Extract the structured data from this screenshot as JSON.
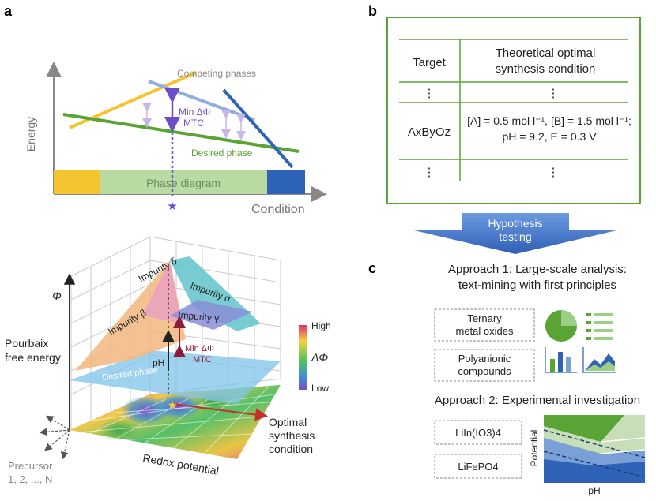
{
  "panels": {
    "a": "a",
    "b": "b",
    "c": "c"
  },
  "colors": {
    "yellow": "#f5c531",
    "green_line": "#5aa436",
    "blue_line": "#2f63b8",
    "light_blue_line": "#8faee0",
    "purple": "#6a4fc8",
    "lavender": "#c9b6e8",
    "green_box": "#b9dba2",
    "table_border": "#5aa436",
    "value_blue": "#3f86c8",
    "arrow_blue": "#3d72c9",
    "maroon": "#8c1d3a"
  },
  "panel_a": {
    "energy_label": "Energy",
    "condition_label": "Condition",
    "competing_label": "Competing phases",
    "desired_label": "Desired phase",
    "min_label": "Min ΔΦ",
    "mtc_label": "MTC",
    "phase_diagram_label": "Phase diagram",
    "star": "★"
  },
  "panel_a3d": {
    "phi_axis": "Φ",
    "pourbaix_line1": "Pourbaix",
    "pourbaix_line2": "free energy",
    "impurity_delta": "Impurity δ",
    "impurity_alpha": "Impurity α",
    "impurity_beta": "Impurity β",
    "impurity_gamma": "Impurity γ",
    "min_label": "Min ΔΦ",
    "mtc_label": "MTC",
    "ph_label": "pH",
    "desired_label": "Desired phase",
    "optimal_line1": "Optimal",
    "optimal_line2": "synthesis",
    "optimal_line3": "condition",
    "redox_label": "Redox potential",
    "precursor_line1": "Precursor",
    "precursor_line2": "1, 2, ..., N",
    "colorbar_high": "High",
    "colorbar_mid": "ΔΦ",
    "colorbar_low": "Low"
  },
  "panel_b": {
    "header_target": "Target",
    "header_cond_line1": "Theoretical optimal",
    "header_cond_line2": "synthesis condition",
    "ellipsis": "⋮",
    "target_formula": "AxByOz",
    "cond_line1": "[A] = 0.5 mol l⁻¹, [B] = 1.5 mol l⁻¹;",
    "cond_line2": "pH = 9.2, E = 0.3 V"
  },
  "hypothesis": {
    "line1": "Hypothesis",
    "line2": "testing"
  },
  "panel_c": {
    "approach1_line1": "Approach 1: Large-scale analysis:",
    "approach1_line2": "text-mining with first principles",
    "box1_line1": "Ternary",
    "box1_line2": "metal oxides",
    "box2_line1": "Polyanionic",
    "box2_line2": "compounds",
    "approach2": "Approach 2: Experimental investigation",
    "box3": "LiIn(IO3)4",
    "box4": "LiFePO4",
    "potential_label": "Potential",
    "ph_label": "pH"
  }
}
